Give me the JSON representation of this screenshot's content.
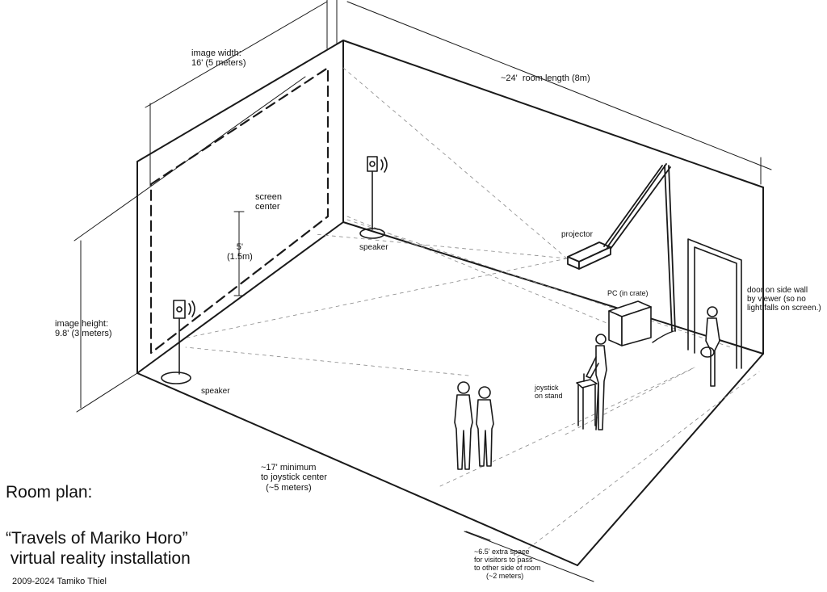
{
  "labels": {
    "image_width": "image width:\n16' (5 meters)",
    "room_length": "~24'  room length (8m)",
    "screen_center": "screen\ncenter",
    "five_feet": "5'\n(1.5m)",
    "image_height": "image height:\n9.8' (3 meters)",
    "speaker_back": "speaker",
    "speaker_left": "speaker",
    "projector": "projector",
    "pc": "PC (in crate)",
    "door": "door on side wall\nby viewer (so no\nlight falls on screen.)",
    "joystick": "joystick\non stand",
    "min_distance": "~17' minimum\nto joystick center\n  (~5 meters)",
    "extra_space": "~6.5' extra space\nfor visitors to pass\nto other side of room\n      (~2 meters)"
  },
  "title": {
    "heading": "Room plan:",
    "subtitle": "“Travels of Mariko Horo”\n virtual reality installation",
    "credit": "2009-2024 Tamiko Thiel"
  }
}
